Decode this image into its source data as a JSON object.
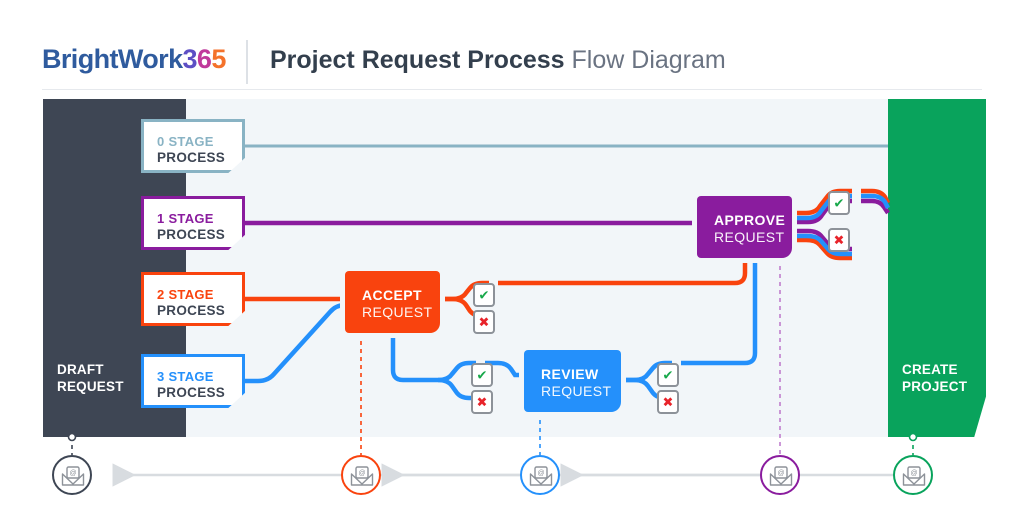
{
  "header": {
    "logo": {
      "word": "BrightWork",
      "d3": "3",
      "d6": "6",
      "d5": "5"
    },
    "title_bold": "Project Request Process",
    "title_light": "Flow Diagram"
  },
  "panels": {
    "start": {
      "line1": "DRAFT",
      "line2": "REQUEST",
      "color": "#3E4654"
    },
    "end": {
      "line1": "CREATE",
      "line2": "PROJECT",
      "color": "#09A35C"
    },
    "canvas_color": "#F2F6F9"
  },
  "stages": [
    {
      "num": "0 STAGE",
      "word": "PROCESS",
      "color": "#89B3C4"
    },
    {
      "num": "1 STAGE",
      "word": "PROCESS",
      "color": "#8A1C9E"
    },
    {
      "num": "2 STAGE",
      "word": "PROCESS",
      "color": "#F9430E"
    },
    {
      "num": "3 STAGE",
      "word": "PROCESS",
      "color": "#2490FB"
    }
  ],
  "cards": [
    {
      "line1": "ACCEPT",
      "line2": "REQUEST",
      "color": "#F9430E"
    },
    {
      "line1": "REVIEW",
      "line2": "REQUEST",
      "color": "#2490FB"
    },
    {
      "line1": "APPROVE",
      "line2": "REQUEST",
      "color": "#8A1C9E"
    }
  ],
  "decisions": {
    "approve_glyph": "✔",
    "reject_glyph": "✖",
    "approve_color": "#17A84A",
    "reject_color": "#E8232A"
  },
  "notifications": [
    {
      "name": "draft-notification",
      "color": "#3E4654"
    },
    {
      "name": "accept-notification",
      "color": "#F9430E"
    },
    {
      "name": "review-notification",
      "color": "#2490FB"
    },
    {
      "name": "approve-notification",
      "color": "#8A1C9E"
    },
    {
      "name": "create-notification",
      "color": "#09A35C"
    }
  ],
  "palette": {
    "orange": "#F9430E",
    "blue": "#2490FB",
    "purple": "#8A1C9E",
    "green": "#09A35C",
    "steel": "#89B3C4",
    "dark": "#3E4654",
    "gray_arrow": "#D8DCE0"
  }
}
